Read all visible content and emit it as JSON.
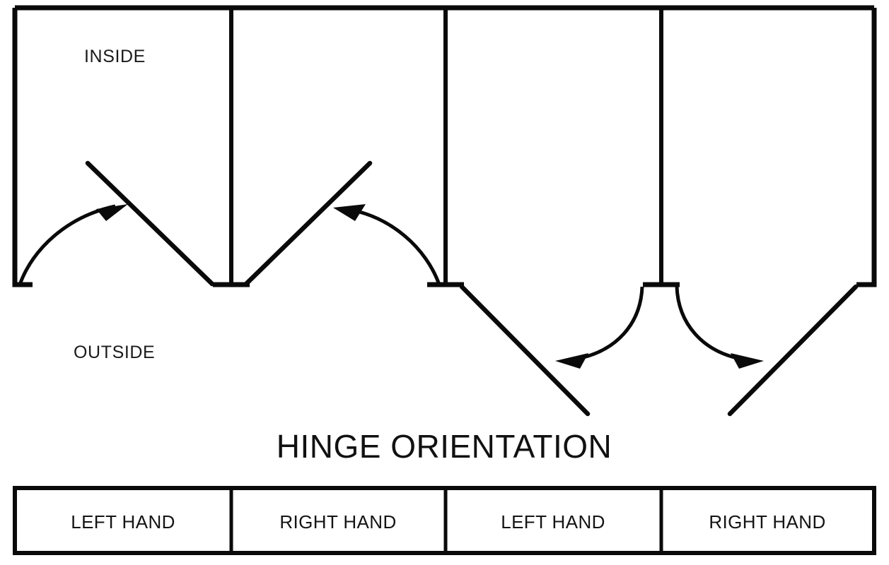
{
  "diagram": {
    "title": "HINGE ORIENTATION",
    "labels": {
      "inside": "INSIDE",
      "outside": "OUTSIDE"
    },
    "panels": [
      {
        "index": 1,
        "hand": "LEFT HAND",
        "swing": "inswing",
        "hinge_side": "left",
        "arrow_direction": "up-right",
        "arrow_icon": "swing-arrow-icon"
      },
      {
        "index": 2,
        "hand": "RIGHT HAND",
        "swing": "inswing",
        "hinge_side": "right",
        "arrow_direction": "up-left",
        "arrow_icon": "swing-arrow-icon"
      },
      {
        "index": 3,
        "hand": "LEFT HAND",
        "swing": "outswing",
        "hinge_side": "left",
        "arrow_direction": "down-left",
        "arrow_icon": "swing-arrow-icon"
      },
      {
        "index": 4,
        "hand": "RIGHT HAND",
        "swing": "outswing",
        "hinge_side": "right",
        "arrow_direction": "down-right",
        "arrow_icon": "swing-arrow-icon"
      }
    ],
    "legend": {
      "cells": [
        {
          "label": "LEFT HAND"
        },
        {
          "label": "RIGHT HAND"
        },
        {
          "label": "LEFT HAND"
        },
        {
          "label": "RIGHT HAND"
        }
      ]
    },
    "colors": {
      "line": "#0a0a0a",
      "text": "#141414",
      "background": "#ffffff"
    }
  }
}
